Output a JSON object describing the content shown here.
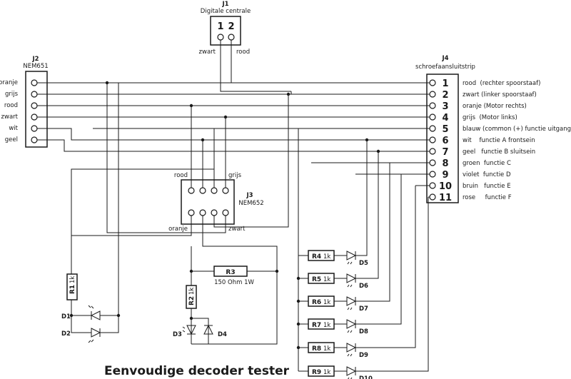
{
  "title": "Eenvoudige decoder tester",
  "j1": {
    "ref": "J1",
    "name": "Digitale centrale",
    "pins": [
      "1",
      "2"
    ],
    "labels": [
      "zwart",
      "rood"
    ]
  },
  "j2": {
    "ref": "J2",
    "name": "NEM651",
    "pins": [
      "oranje",
      "grijs",
      "rood",
      "zwart",
      "wit",
      "geel"
    ]
  },
  "j3": {
    "ref": "J3",
    "name": "NEM652",
    "top_labels": [
      "rood",
      "grijs"
    ],
    "bottom_labels": [
      "oranje",
      "zwart"
    ]
  },
  "j4": {
    "ref": "J4",
    "name": "schroefaansluitstrip",
    "pins": [
      {
        "num": "1",
        "label": "rood  (rechter spoorstaaf)"
      },
      {
        "num": "2",
        "label": "zwart (linker spoorstaaf)"
      },
      {
        "num": "3",
        "label": "oranje (Motor rechts)"
      },
      {
        "num": "4",
        "label": "grijs  (Motor links)"
      },
      {
        "num": "5",
        "label": "blauw (common (+) functie uitgangen)"
      },
      {
        "num": "6",
        "label": "wit    functie A frontsein"
      },
      {
        "num": "7",
        "label": "geel   functie B sluitsein"
      },
      {
        "num": "8",
        "label": "groen  functie C"
      },
      {
        "num": "9",
        "label": "violet  functie D"
      },
      {
        "num": "10",
        "label": "bruin   functie E"
      },
      {
        "num": "11",
        "label": "rose     functie F"
      }
    ]
  },
  "r3": {
    "ref": "R3",
    "value": "150 Ohm 1W"
  },
  "vertical_resistors": [
    {
      "ref": "R1",
      "value": "1k"
    },
    {
      "ref": "R2",
      "value": "1k"
    }
  ],
  "led_resistors": [
    {
      "ref": "R4",
      "value": "1k",
      "led": "D5"
    },
    {
      "ref": "R5",
      "value": "1k",
      "led": "D6"
    },
    {
      "ref": "R6",
      "value": "1k",
      "led": "D7"
    },
    {
      "ref": "R7",
      "value": "1k",
      "led": "D8"
    },
    {
      "ref": "R8",
      "value": "1k",
      "led": "D9"
    },
    {
      "ref": "R9",
      "value": "1k",
      "led": "D10"
    }
  ],
  "diodes_left": [
    "D1",
    "D2"
  ],
  "diodes_mid": [
    "D3",
    "D4"
  ]
}
